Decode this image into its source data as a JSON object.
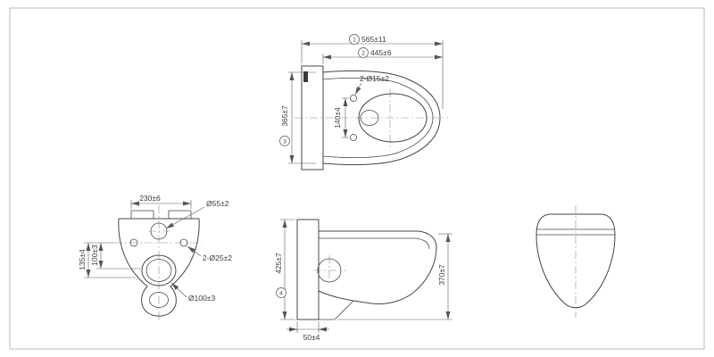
{
  "top_view": {
    "balloon_565": "1",
    "dim_565": "565±11",
    "balloon_445": "2",
    "dim_445": "445±6",
    "leader_holes": "2-Ø15±2",
    "balloon_365": "3",
    "dim_365": "365±7",
    "dim_140": "140±4"
  },
  "rear_view": {
    "dim_230": "230±6",
    "leader_inlet": "Ø55±2",
    "leader_holes": "2-Ø25±2",
    "dim_135": "135±4",
    "dim_100": "100±3",
    "leader_outlet": "Ø100±3"
  },
  "side_view": {
    "balloon_425": "4",
    "dim_425": "425±7",
    "dim_370": "370±7",
    "dim_50": "50±4"
  }
}
